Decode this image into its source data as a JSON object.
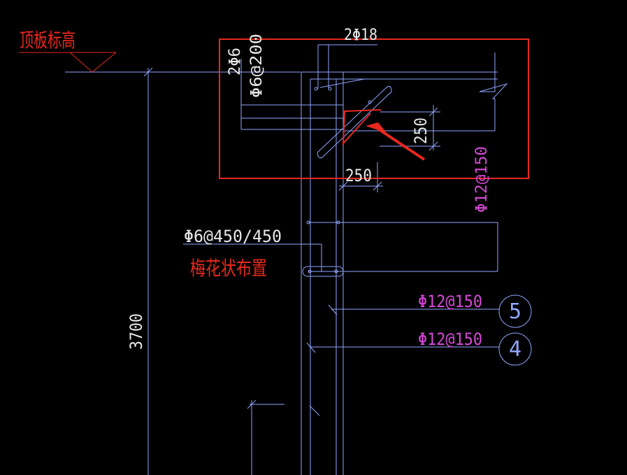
{
  "colors": {
    "background": "#000000",
    "line": "#8fa6ff",
    "white_text": "#e8e8e8",
    "magenta": "#d648d8",
    "red": "#e8281e"
  },
  "labels": {
    "roof_elevation": "顶板标高",
    "top_bars": "2Φ18",
    "side_bars": "2Φ6",
    "stirrup_top": "Φ6@200",
    "dim_vertical": "250",
    "dim_horizontal": "250",
    "wall_vertical_bar": "Φ12@150",
    "tie_bar": "Φ6@450/450",
    "tie_note": "梅花状布置",
    "bar5_spec": "Φ12@150",
    "bar4_spec": "Φ12@150",
    "callout5": "5",
    "callout4": "4",
    "height_dim": "3700"
  }
}
